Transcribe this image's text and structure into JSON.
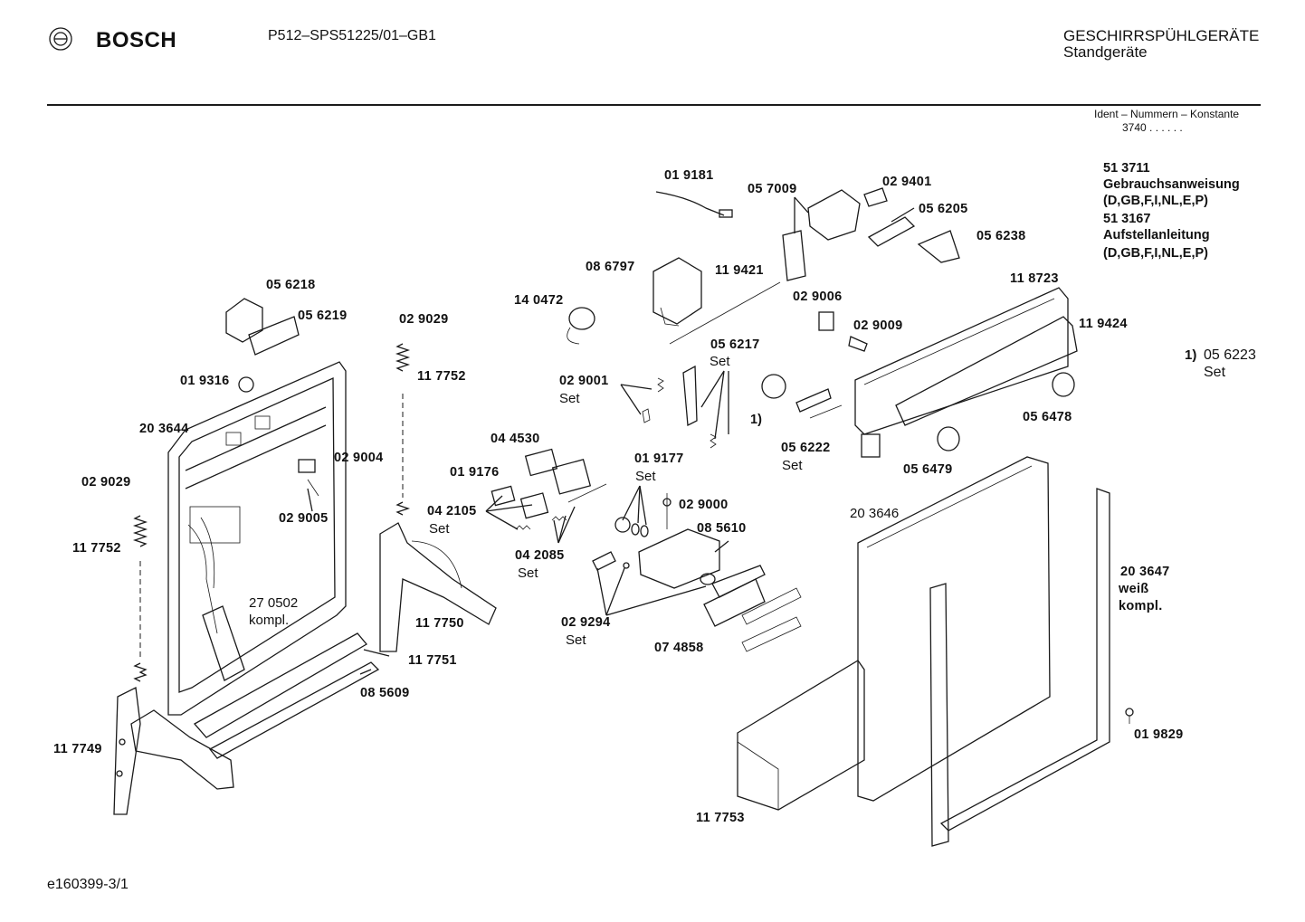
{
  "header": {
    "brand": "BOSCH",
    "model": "P512–SPS51225/01–GB1",
    "category": "GESCHIRRSPÜHLGERÄTE",
    "subcategory": "Standgeräte",
    "ident_label": "Ident – Nummern – Konstante",
    "ident_value": "3740 . .   . . . ."
  },
  "documents": [
    {
      "number": "51 3711",
      "title": "Gebrauchsanweisung",
      "languages": "(D,GB,F,I,NL,E,P)"
    },
    {
      "number": "51 3167",
      "title": "Aufstellanleitung",
      "languages": "(D,GB,F,I,NL,E,P)"
    }
  ],
  "footnote": {
    "marker": "1)",
    "part": "05 6223",
    "note": "Set"
  },
  "parts": {
    "p019181": "01 9181",
    "p057009": "05 7009",
    "p029401": "02 9401",
    "p056205": "05 6205",
    "p056238": "05 6238",
    "p086797": "08 6797",
    "p119421": "11 9421",
    "p140472": "14 0472",
    "p029006": "02 9006",
    "p029009": "02 9009",
    "p118723": "11 8723",
    "p119424": "11 9424",
    "p056218": "05 6218",
    "p056219": "05 6219",
    "p029029a": "02 9029",
    "p117752a": "11 7752",
    "p019316": "01 9316",
    "p056217": "05 6217",
    "p056217set": "Set",
    "p029001": "02 9001",
    "p029001set": "Set",
    "p203644": "20 3644",
    "p029004": "02 9004",
    "p029005": "02 9005",
    "p044530": "04 4530",
    "p019176": "01 9176",
    "p019177": "01 9177",
    "p019177set": "Set",
    "p056222": "05 6222",
    "p056222set": "Set",
    "marker1": "1)",
    "p056478": "05 6478",
    "p056479": "05 6479",
    "p029029b": "02 9029",
    "p117752b": "11 7752",
    "p042105": "04 2105",
    "p042105set": "Set",
    "p029000": "02 9000",
    "p085610": "08 5610",
    "p203646": "20 3646",
    "p042085": "04 2085",
    "p042085set": "Set",
    "p270502": "27 0502",
    "p270502note": "kompl.",
    "p117750": "11 7750",
    "p029294": "02 9294",
    "p029294set": "Set",
    "p074858": "07 4858",
    "p203647": "20 3647",
    "p203647color": "weiß",
    "p203647note": "kompl.",
    "p117751": "11 7751",
    "p085609": "08 5609",
    "p117749": "11 7749",
    "p019829": "01 9829",
    "p117753": "11 7753"
  },
  "footer": {
    "code": "e160399-3/1"
  }
}
